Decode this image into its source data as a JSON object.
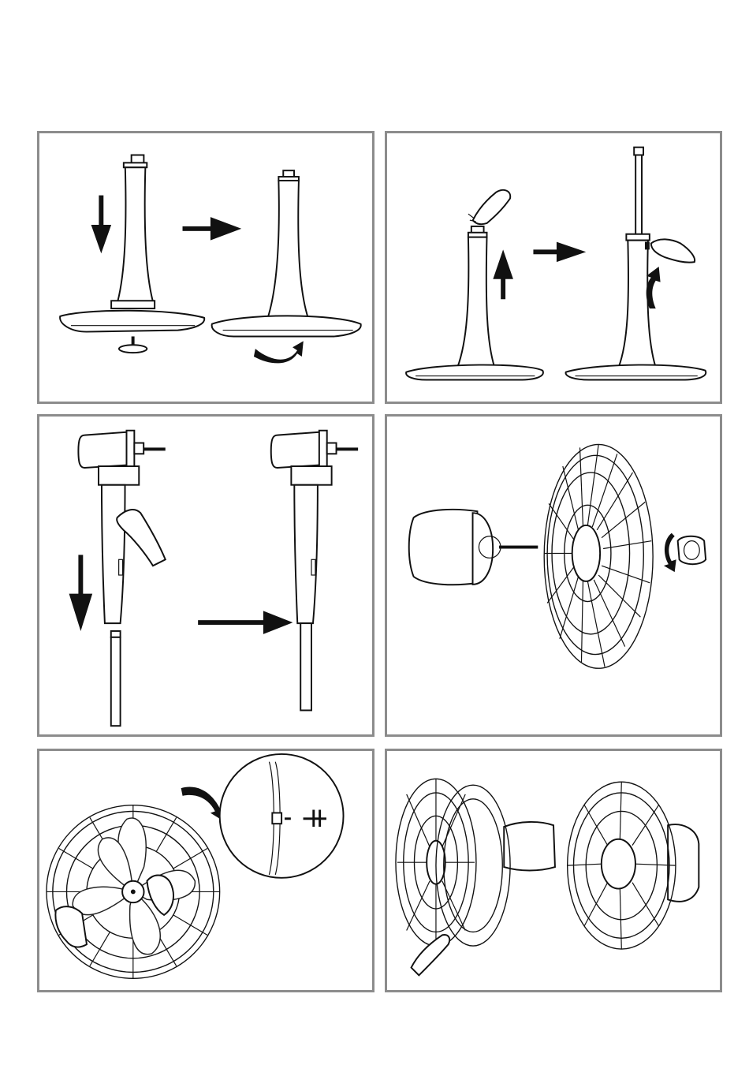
{
  "colors": {
    "panel_border": "#8c8c8c",
    "line": "#111111",
    "background": "#ffffff"
  },
  "panels": [
    {
      "step": "stand-base-assembly"
    },
    {
      "step": "pole-extension"
    },
    {
      "step": "motor-head-mounting"
    },
    {
      "step": "rear-guard-attach"
    },
    {
      "step": "blade-attach"
    },
    {
      "step": "front-guard-close"
    }
  ]
}
